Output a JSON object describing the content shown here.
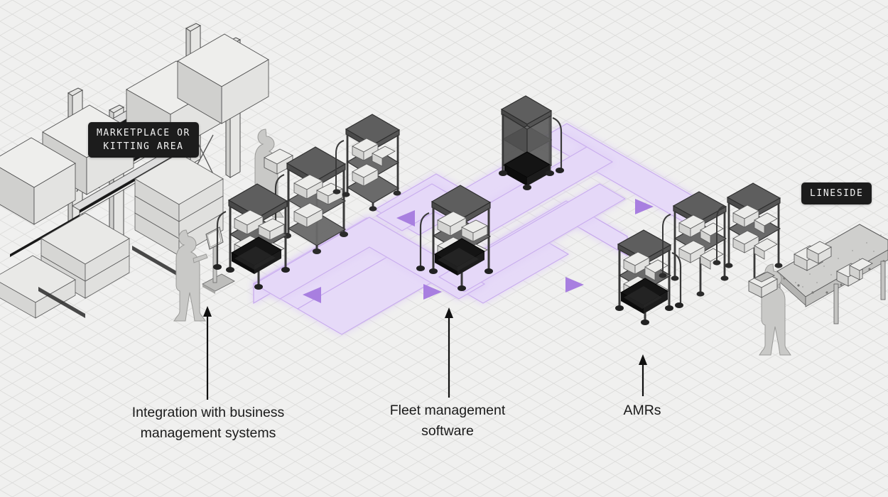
{
  "diagram": {
    "type": "isometric-warehouse-amr-flow",
    "background_color": "#f0f0ef",
    "grid_color": "#d8d8d6",
    "path_color": "#a87fe0",
    "path_fill": "#e4d7f7",
    "badge_bg": "#1c1c1c",
    "badge_fg": "#f2f2f2"
  },
  "badges": [
    {
      "id": "marketplace",
      "label": "MARKETPLACE OR\nKITTING AREA"
    },
    {
      "id": "lineside",
      "label": "LINESIDE"
    }
  ],
  "callouts": [
    {
      "id": "integration",
      "label": "Integration with business\nmanagement systems"
    },
    {
      "id": "fleet",
      "label": "Fleet management\nsoftware"
    },
    {
      "id": "amrs",
      "label": "AMRs"
    }
  ],
  "scene_elements": {
    "pallet_racking": "warehouse-pallet-racking",
    "kiosk": "terminal-kiosk-with-tablet",
    "conveyor": "lineside-conveyor-with-boxes",
    "workers": [
      "worker-at-kiosk",
      "worker-carrying-box-left",
      "worker-carrying-box-right"
    ],
    "amr_carts": [
      "amr-cart-loaded-left",
      "amr-cart-empty-top",
      "amr-cart-loaded-center",
      "amr-cart-loaded-right"
    ],
    "static_carts": [
      "cart-loaded-1",
      "cart-loaded-2",
      "cart-loaded-3",
      "cart-loaded-4",
      "cart-loaded-5"
    ],
    "flow_path": "purple-amr-route-loop"
  }
}
